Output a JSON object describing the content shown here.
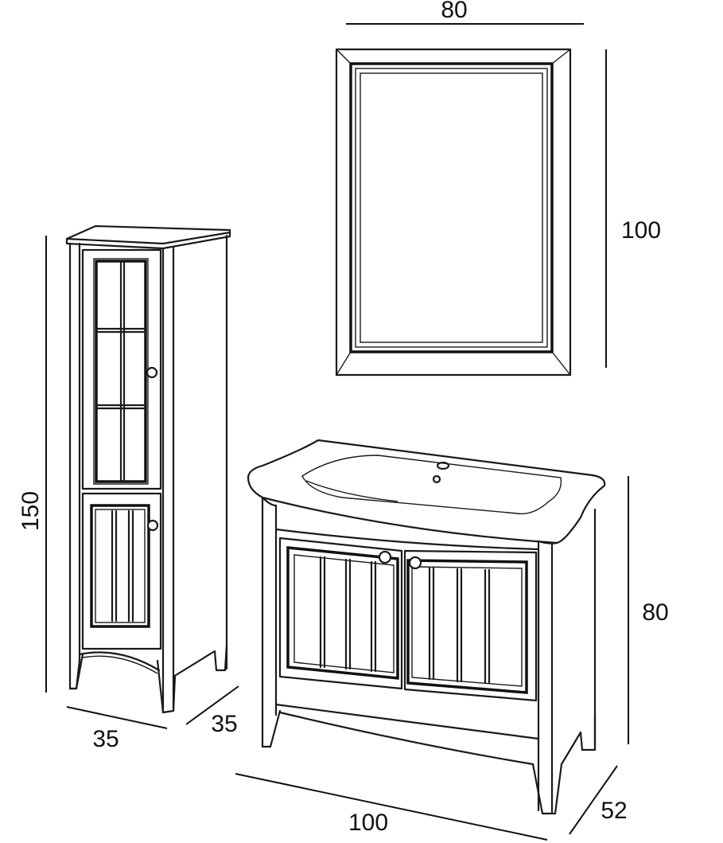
{
  "dimensions": {
    "mirror_width": "80",
    "mirror_height": "100",
    "column_height": "150",
    "column_width": "35",
    "column_depth": "35",
    "vanity_height": "80",
    "vanity_width": "100",
    "vanity_depth": "52"
  }
}
